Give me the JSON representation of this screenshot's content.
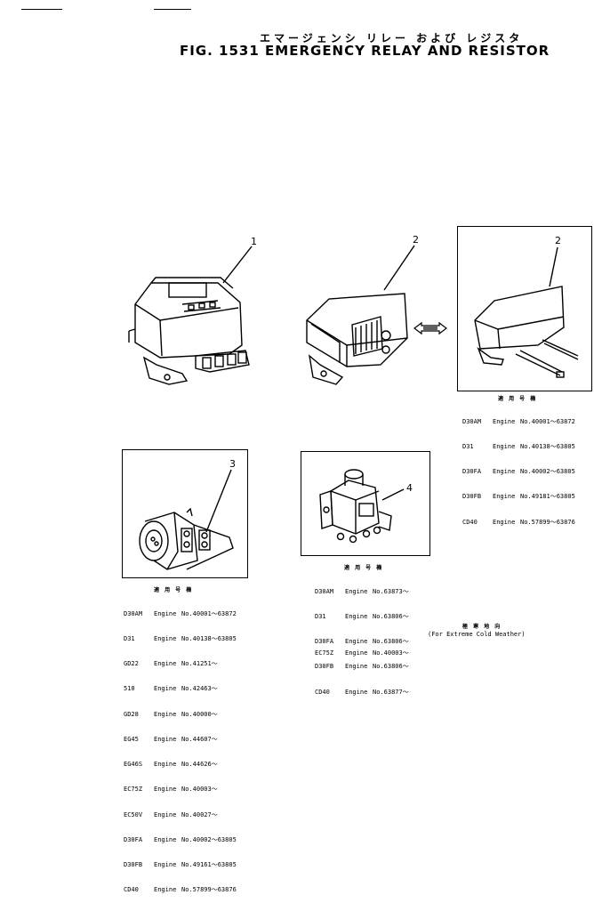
{
  "header": {
    "title_jp": "エマージェンシ リレー および レジスタ",
    "title_en": "FIG. 1531 EMERGENCY RELAY AND RESISTOR"
  },
  "callouts": [
    "1",
    "2",
    "2",
    "3",
    "4"
  ],
  "table_resistor2": {
    "heading": "適 用 号 機",
    "rows": [
      {
        "model": "D30AM",
        "engine": "Engine",
        "range": "No.40001～63872"
      },
      {
        "model": "D31",
        "engine": "Engine",
        "range": "No.40138～63805"
      },
      {
        "model": "D30FA",
        "engine": "Engine",
        "range": "No.40002～63805"
      },
      {
        "model": "D30FB",
        "engine": "Engine",
        "range": "No.49181～63805"
      },
      {
        "model": "CD40",
        "engine": "Engine",
        "range": "No.57899～63876"
      }
    ]
  },
  "table_part3": {
    "heading": "適 用 号 機",
    "rows": [
      {
        "model": "D30AM",
        "engine": "Engine",
        "range": "No.40001～63872"
      },
      {
        "model": "D31",
        "engine": "Engine",
        "range": "No.40138～63805"
      },
      {
        "model": "GD22",
        "engine": "Engine",
        "range": "No.41251～"
      },
      {
        "model": "510",
        "engine": "Engine",
        "range": "No.42463～"
      },
      {
        "model": "GD28",
        "engine": "Engine",
        "range": "No.40000～"
      },
      {
        "model": "EG45",
        "engine": "Engine",
        "range": "No.44607～"
      },
      {
        "model": "EG46S",
        "engine": "Engine",
        "range": "No.44626～"
      },
      {
        "model": "EC75Z",
        "engine": "Engine",
        "range": "No.40003～"
      },
      {
        "model": "EC50V",
        "engine": "Engine",
        "range": "No.40027～"
      },
      {
        "model": "D30FA",
        "engine": "Engine",
        "range": "No.40002～63805"
      },
      {
        "model": "D30FB",
        "engine": "Engine",
        "range": "No.49161～63805"
      },
      {
        "model": "CD40",
        "engine": "Engine",
        "range": "No.57899～63876"
      }
    ]
  },
  "table_part4": {
    "heading": "適 用 号 機",
    "rows": [
      {
        "model": "D30AM",
        "engine": "Engine",
        "range": "No.63873～"
      },
      {
        "model": "D31",
        "engine": "Engine",
        "range": "No.63806～"
      },
      {
        "model": "D30FA",
        "engine": "Engine",
        "range": "No.63806～"
      },
      {
        "model": "D30FB",
        "engine": "Engine",
        "range": "No.63806～"
      },
      {
        "model": "CD40",
        "engine": "Engine",
        "range": "No.63877～"
      }
    ],
    "extra_row": {
      "model": "EC75Z",
      "engine": "Engine",
      "range": "No.40003～"
    }
  },
  "cold_note": {
    "jp": "極 寒 地 向",
    "en": "(For Extreme Cold Weather)"
  }
}
